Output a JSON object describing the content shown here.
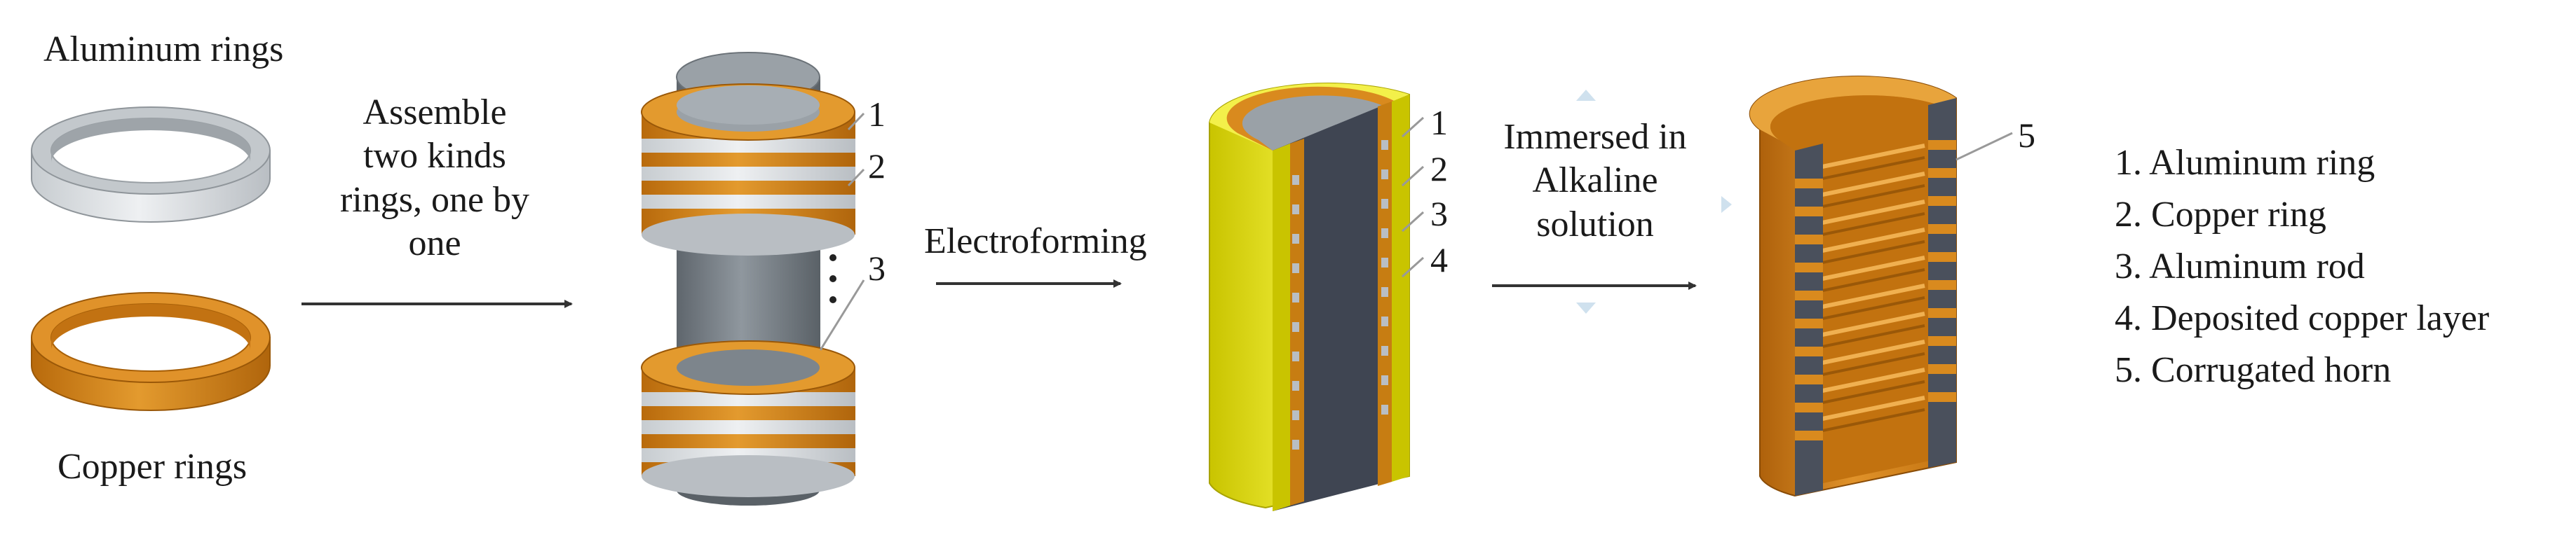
{
  "rings": {
    "aluminum_label": "Aluminum rings",
    "copper_label": "Copper rings"
  },
  "steps": {
    "assemble": [
      "Assemble",
      "two kinds",
      "rings, one by",
      "one"
    ],
    "electroforming": "Electroforming",
    "immersed": [
      "Immersed in",
      "Alkaline",
      "solution"
    ]
  },
  "part_numbers": {
    "stack": [
      "1",
      "2",
      "3"
    ],
    "section": [
      "1",
      "2",
      "3",
      "4"
    ],
    "horn": "5"
  },
  "legend": [
    "1. Aluminum ring",
    "2. Copper ring",
    "3. Aluminum rod",
    "4. Deposited copper layer",
    "5. Corrugated horn"
  ],
  "colors": {
    "aluminum": "#b9bec3",
    "copper": "#d98a1e",
    "rod": "#7d858c",
    "deposit": "#e6e21e",
    "arrow": "#333333"
  }
}
